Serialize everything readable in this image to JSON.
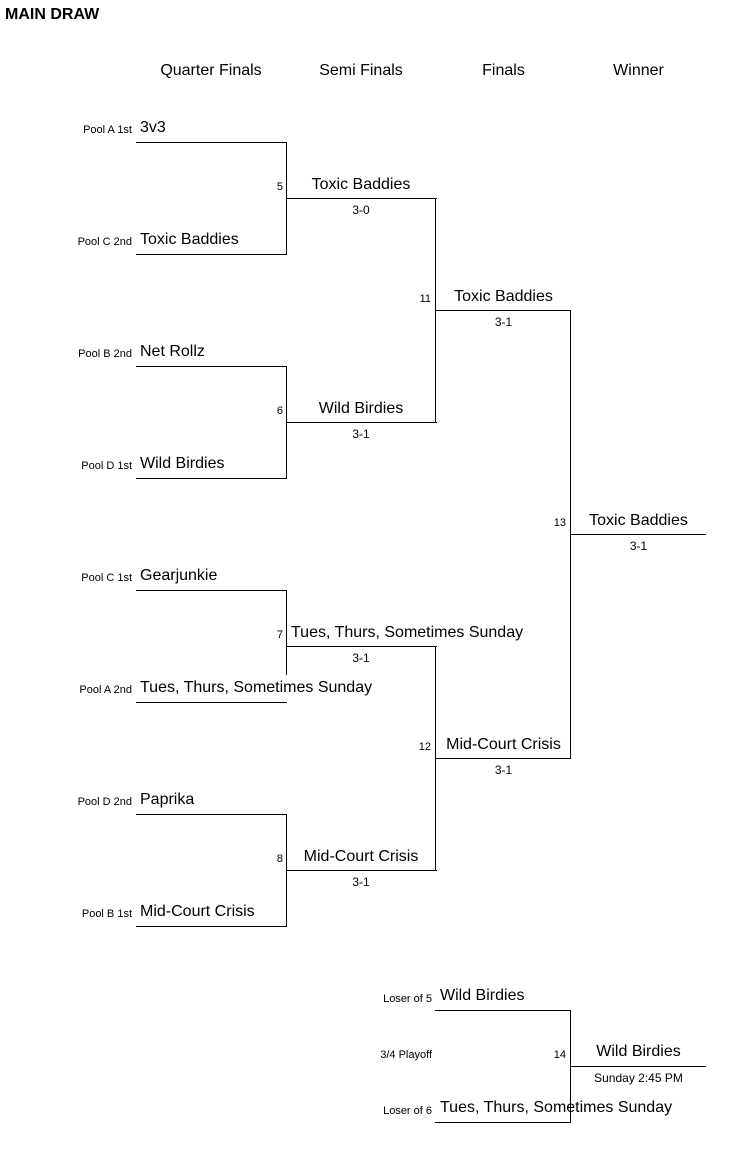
{
  "title": "MAIN DRAW",
  "rounds": [
    "Quarter Finals",
    "Semi Finals",
    "Finals",
    "Winner"
  ],
  "quarterfinals": [
    {
      "seed": "Pool A 1st",
      "team": "3v3"
    },
    {
      "seed": "Pool C 2nd",
      "team": "Toxic Baddies"
    },
    {
      "seed": "Pool B 2nd",
      "team": "Net Rollz"
    },
    {
      "seed": "Pool D 1st",
      "team": "Wild Birdies"
    },
    {
      "seed": "Pool C 1st",
      "team": "Gearjunkie"
    },
    {
      "seed": "Pool A 2nd",
      "team": "Tues, Thurs, Sometimes Sunday"
    },
    {
      "seed": "Pool D 2nd",
      "team": "Paprika"
    },
    {
      "seed": "Pool B 1st",
      "team": "Mid-Court Crisis"
    }
  ],
  "semifinals": [
    {
      "match": "5",
      "team": "Toxic Baddies",
      "score": "3-0"
    },
    {
      "match": "6",
      "team": "Wild Birdies",
      "score": "3-1"
    },
    {
      "match": "7",
      "team": "Tues, Thurs, Sometimes Sunday",
      "score": "3-1"
    },
    {
      "match": "8",
      "team": "Mid-Court Crisis",
      "score": "3-1"
    }
  ],
  "finals": [
    {
      "match": "11",
      "team": "Toxic Baddies",
      "score": "3-1"
    },
    {
      "match": "12",
      "team": "Mid-Court Crisis",
      "score": "3-1"
    }
  ],
  "winner": {
    "match": "13",
    "team": "Toxic Baddies",
    "score": "3-1"
  },
  "playoff": {
    "label": "3/4 Playoff",
    "top": {
      "seed": "Loser of 5",
      "team": "Wild Birdies"
    },
    "bottom": {
      "seed": "Loser of 6",
      "team": "Tues, Thurs, Sometimes Sunday"
    },
    "result": {
      "match": "14",
      "team": "Wild Birdies",
      "time": "Sunday 2:45 PM"
    }
  }
}
